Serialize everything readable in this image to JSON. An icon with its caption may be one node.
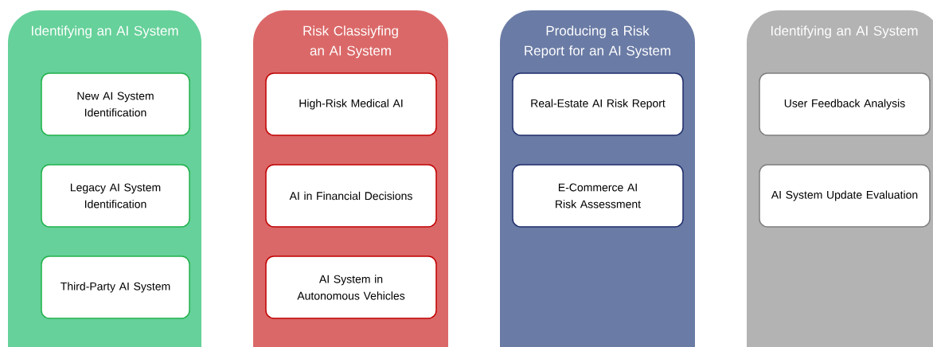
{
  "diagram": {
    "nodes": [
      {
        "text": [
          "Identifying an AI System"
        ]
      },
      {
        "text": [
          "New AI System Identification"
        ],
        "in": 0
      },
      {
        "text": [
          "Legacy AI System Identification"
        ],
        "in": 0
      },
      {
        "text": [
          "Third-Party AI System"
        ],
        "in": 0
      },
      {
        "text": [
          "Risk Classiyfing an AI System"
        ]
      },
      {
        "text": [
          "High-Risk Medical AI"
        ],
        "in": 4
      },
      {
        "text": [
          "AI in Financial Decisions"
        ],
        "in": 4
      },
      {
        "text": [
          "AI System in Autonomous Vehicles"
        ],
        "in": 4
      },
      {
        "text": [
          "Producing a Risk Report for an AI System"
        ]
      },
      {
        "text": [
          "Real-Estate AI Risk Report"
        ],
        "in": 8
      },
      {
        "text": [
          "E-Commerce AI Risk Assessment"
        ],
        "in": 8
      },
      {
        "text": [
          "Identifying an AI System"
        ]
      },
      {
        "text": [
          "User Feedback Analysis"
        ],
        "in": 11
      },
      {
        "text": [
          "AI System Update Evaluation"
        ],
        "in": 11
      }
    ]
  }
}
